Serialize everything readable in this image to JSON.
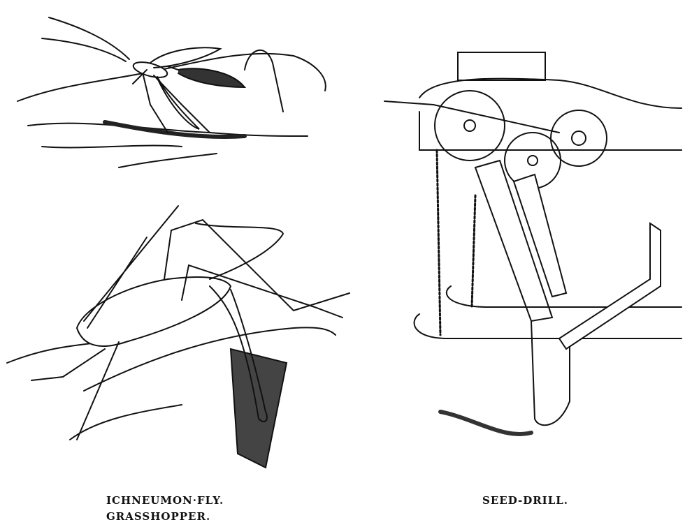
{
  "captions": {
    "ichneumon": "ICHNEUMON·FLY.",
    "grasshopper": "GRASSHOPPER.",
    "seed_drill": "SEED-DRILL."
  },
  "colors": {
    "ink": "#111111",
    "paper": "#ffffff"
  }
}
